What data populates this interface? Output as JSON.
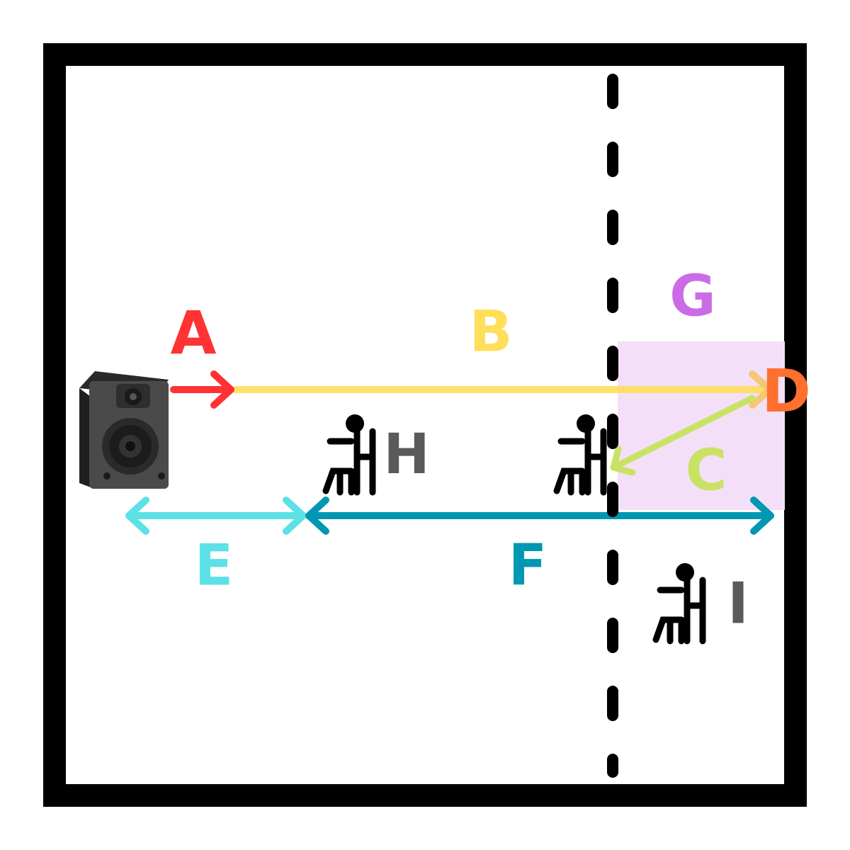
{
  "labels": {
    "a": "A",
    "b": "B",
    "c": "C",
    "d": "D",
    "e": "E",
    "f": "F",
    "g": "G",
    "h": "H",
    "i": "I"
  },
  "colors": {
    "a": "#ff3333",
    "b": "#ffde59",
    "c": "#c9e265",
    "d": "#ff6f2e",
    "e": "#5ce1e6",
    "f": "#0097b2",
    "g": "#cb6ce6",
    "g_fill": "#f3e0f8",
    "h": "#5a5a5a",
    "i": "#5a5a5a",
    "wall": "#000000"
  },
  "icons": {
    "speaker": "studio-monitor-speaker-icon",
    "listener": "seated-person-icon"
  }
}
